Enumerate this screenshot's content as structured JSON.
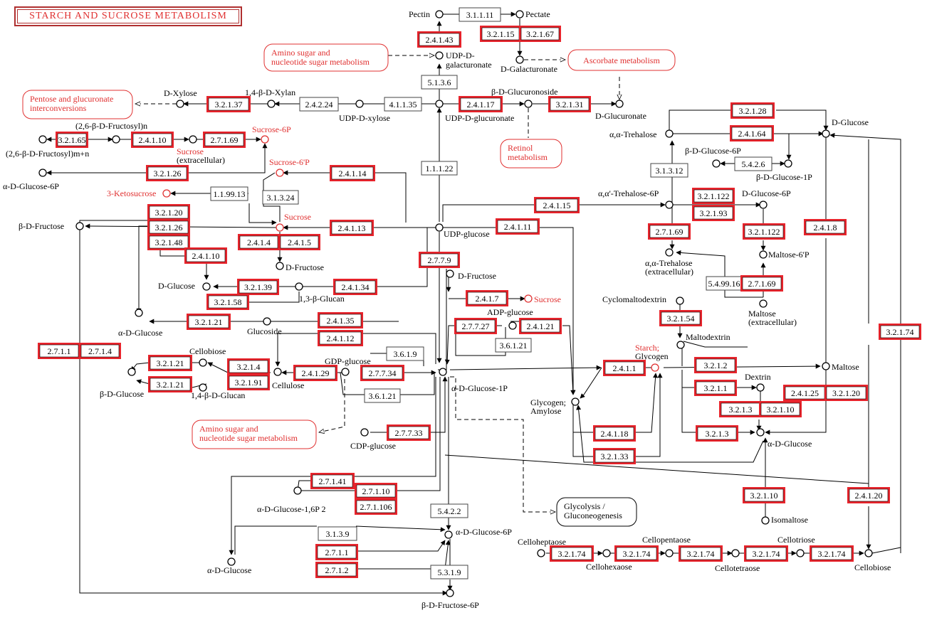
{
  "title": "STARCH AND SUCROSE METABOLISM",
  "colors": {
    "highlight": "#e8242c",
    "compound_red": "#e03030",
    "line": "#000000",
    "box_border": "#444444"
  },
  "enzymes": {
    "e3_1_1_11": "3.1.1.11",
    "e2_4_1_43": "2.4.1.43",
    "e3_2_1_15": "3.2.1.15",
    "e3_2_1_67": "3.2.1.67",
    "e5_1_3_6": "5.1.3.6",
    "e3_2_1_37": "3.2.1.37",
    "e2_4_2_24": "2.4.2.24",
    "e4_1_1_35": "4.1.1.35",
    "e2_4_1_17": "2.4.1.17",
    "e3_2_1_31": "3.2.1.31",
    "e3_2_1_65": "3.2.1.65",
    "e2_4_1_10": "2.4.1.10",
    "e2_7_1_69": "2.7.1.69",
    "e1_1_1_22": "1.1.1.22",
    "e3_2_1_26": "3.2.1.26",
    "e2_4_1_14": "2.4.1.14",
    "e1_1_99_13": "1.1.99.13",
    "e3_1_3_24": "3.1.3.24",
    "e3_2_1_20": "3.2.1.20",
    "e3_2_1_48": "3.2.1.48",
    "e2_4_1_13": "2.4.1.13",
    "e2_4_1_11": "2.4.1.11",
    "e2_4_1_4": "2.4.1.4",
    "e2_4_1_5": "2.4.1.5",
    "e2_4_1_15": "2.4.1.15",
    "e3_2_1_28": "3.2.1.28",
    "e2_4_1_64": "2.4.1.64",
    "e5_4_2_6": "5.4.2.6",
    "e3_1_3_12": "3.1.3.12",
    "e3_2_1_122": "3.2.1.122",
    "e3_2_1_93": "3.2.1.93",
    "e2_4_1_8": "2.4.1.8",
    "e2_7_7_9": "2.7.7.9",
    "e3_2_1_39": "3.2.1.39",
    "e2_4_1_34": "2.4.1.34",
    "e3_2_1_58": "3.2.1.58",
    "e5_4_99_16": "5.4.99.16",
    "e2_4_1_7": "2.4.1.7",
    "e3_2_1_21": "3.2.1.21",
    "e2_4_1_35": "2.4.1.35",
    "e2_7_7_27": "2.7.7.27",
    "e2_4_1_21": "2.4.1.21",
    "e3_2_1_54": "3.2.1.54",
    "e2_4_1_12": "2.4.1.12",
    "e3_6_1_21": "3.6.1.21",
    "e3_6_1_9": "3.6.1.9",
    "e2_7_1_1": "2.7.1.1",
    "e2_7_1_4": "2.7.1.4",
    "e3_2_1_4": "3.2.1.4",
    "e3_2_1_91": "3.2.1.91",
    "e2_4_1_29": "2.4.1.29",
    "e2_7_7_34": "2.7.7.34",
    "e2_4_1_1": "2.4.1.1",
    "e3_2_1_2": "3.2.1.2",
    "e3_2_1_1": "3.2.1.1",
    "e2_4_1_25": "2.4.1.25",
    "e3_2_1_3": "3.2.1.3",
    "e3_2_1_10": "3.2.1.10",
    "e2_7_7_33": "2.7.7.33",
    "e2_4_1_18": "2.4.1.18",
    "e3_2_1_33": "3.2.1.33",
    "e3_2_1_74": "3.2.1.74",
    "e2_7_1_41": "2.7.1.41",
    "e2_7_1_10": "2.7.1.10",
    "e2_7_1_106": "2.7.1.106",
    "e5_4_2_2": "5.4.2.2",
    "e2_4_1_20": "2.4.1.20",
    "e3_1_3_9": "3.1.3.9",
    "e2_7_1_2": "2.7.1.2",
    "e5_3_1_9": "5.3.1.9"
  },
  "compounds": {
    "pectin": "Pectin",
    "pectate": "Pectate",
    "udp_d_galacturonate_1": "UDP-D-",
    "udp_d_galacturonate_2": "galacturonate",
    "d_galacturonate": "D-Galacturonate",
    "d_xylose": "D-Xylose",
    "xylan": "1,4-β-D-Xylan",
    "udp_d_xylose": "UDP-D-xylose",
    "b_d_glucuronoside": "β-D-Glucuronoside",
    "udp_d_glucuronate": "UDP-D-glucuronate",
    "d_glucuronate": "D-Glucuronate",
    "fructosyl_n": "(2,6-β-D-Fructosyl)n",
    "fructosyl_m_n": "(2,6-β-D-Fructosyl)m+n",
    "sucrose_6p": "Sucrose-6P",
    "sucrose_ext": "Sucrose",
    "sucrose_ext_2": "(extracellular)",
    "a_d_glucose_6p_left": "α-D-Glucose-6P",
    "sucrose_6p_prime": "Sucrose-6'P",
    "ketosucrose": "3-Ketosucrose",
    "sucrose": "Sucrose",
    "b_d_fructose": "β-D-Fructose",
    "d_fructose_1": "D-Fructose",
    "udp_glucose": "UDP-glucose",
    "d_glucose_1": "D-Glucose",
    "glucan": "1,3-β-Glucan",
    "a_d_glucose_left": "α-D-Glucose",
    "glucoside": "Glucoside",
    "d_fructose_2": "D-Fructose",
    "sucrose_2": "Sucrose",
    "adp_glucose": "ADP-glucose",
    "cellobiose_1": "Cellobiose",
    "gdp_glucose": "GDP-glucose",
    "cellulose": "Cellulose",
    "b_d_glucose": "β-D-Glucose",
    "b14_glucan": "1,4-β-D-Glucan",
    "a_d_glucose_1p": "α-D-Glucose-1P",
    "cdp_glucose": "CDP-glucose",
    "d_glucose_top": "D-Glucose",
    "trehalose": "α,α-Trehalose",
    "b_d_glucose_6p": "β-D-Glucose-6P",
    "b_d_glucose_1p": "β-D-Glucose-1P",
    "trehalose_6p": "α,α'-Trehalose-6P",
    "d_glucose_6p": "D-Glucose-6P",
    "trehalose_ext_1": "α,α-Trehalose",
    "trehalose_ext_2": "(extracellular)",
    "maltose_6p": "Maltose-6'P",
    "maltose_ext_1": "Maltose",
    "maltose_ext_2": "(extracellular)",
    "cyclomaltodextrin": "Cyclomaltodextrin",
    "maltodextrin": "Maltodextrin",
    "starch_1": "Starch;",
    "starch_2": "Glycogen",
    "maltose": "Maltose",
    "dextrin": "Dextrin",
    "glycogen_1": "Glycogen;",
    "glycogen_2": "Amylose",
    "a_d_glucose_right": "α-D-Glucose",
    "isomaltose": "Isomaltose",
    "a_d_glucose_16p": "α-D-Glucose-1,6P 2",
    "a_d_glucose_6p": "α-D-Glucose-6P",
    "a_d_glucose_bottom": "α-D-Glucose",
    "b_d_fructose_6p": "β-D-Fructose-6P",
    "cellohexaose": "Cellohexaose",
    "cellopentaose": "Cellopentaose",
    "cellotetraose": "Cellotetraose",
    "cellotriose": "Cellotriose",
    "celloheptaose": "Celloheptaose",
    "cellobiose_2": "Cellobiose"
  },
  "maps": {
    "amino_sugar_1": "Amino sugar and",
    "amino_sugar_2": "nucleotide sugar metabolism",
    "pentose_1": "Pentose and glucuronate",
    "pentose_2": "interconversions",
    "ascorbate": "Ascorbate metabolism",
    "retinol_1": "Retinol",
    "retinol_2": "metabolism",
    "glycolysis_1": "Glycolysis /",
    "glycolysis_2": "Gluconeogenesis"
  }
}
